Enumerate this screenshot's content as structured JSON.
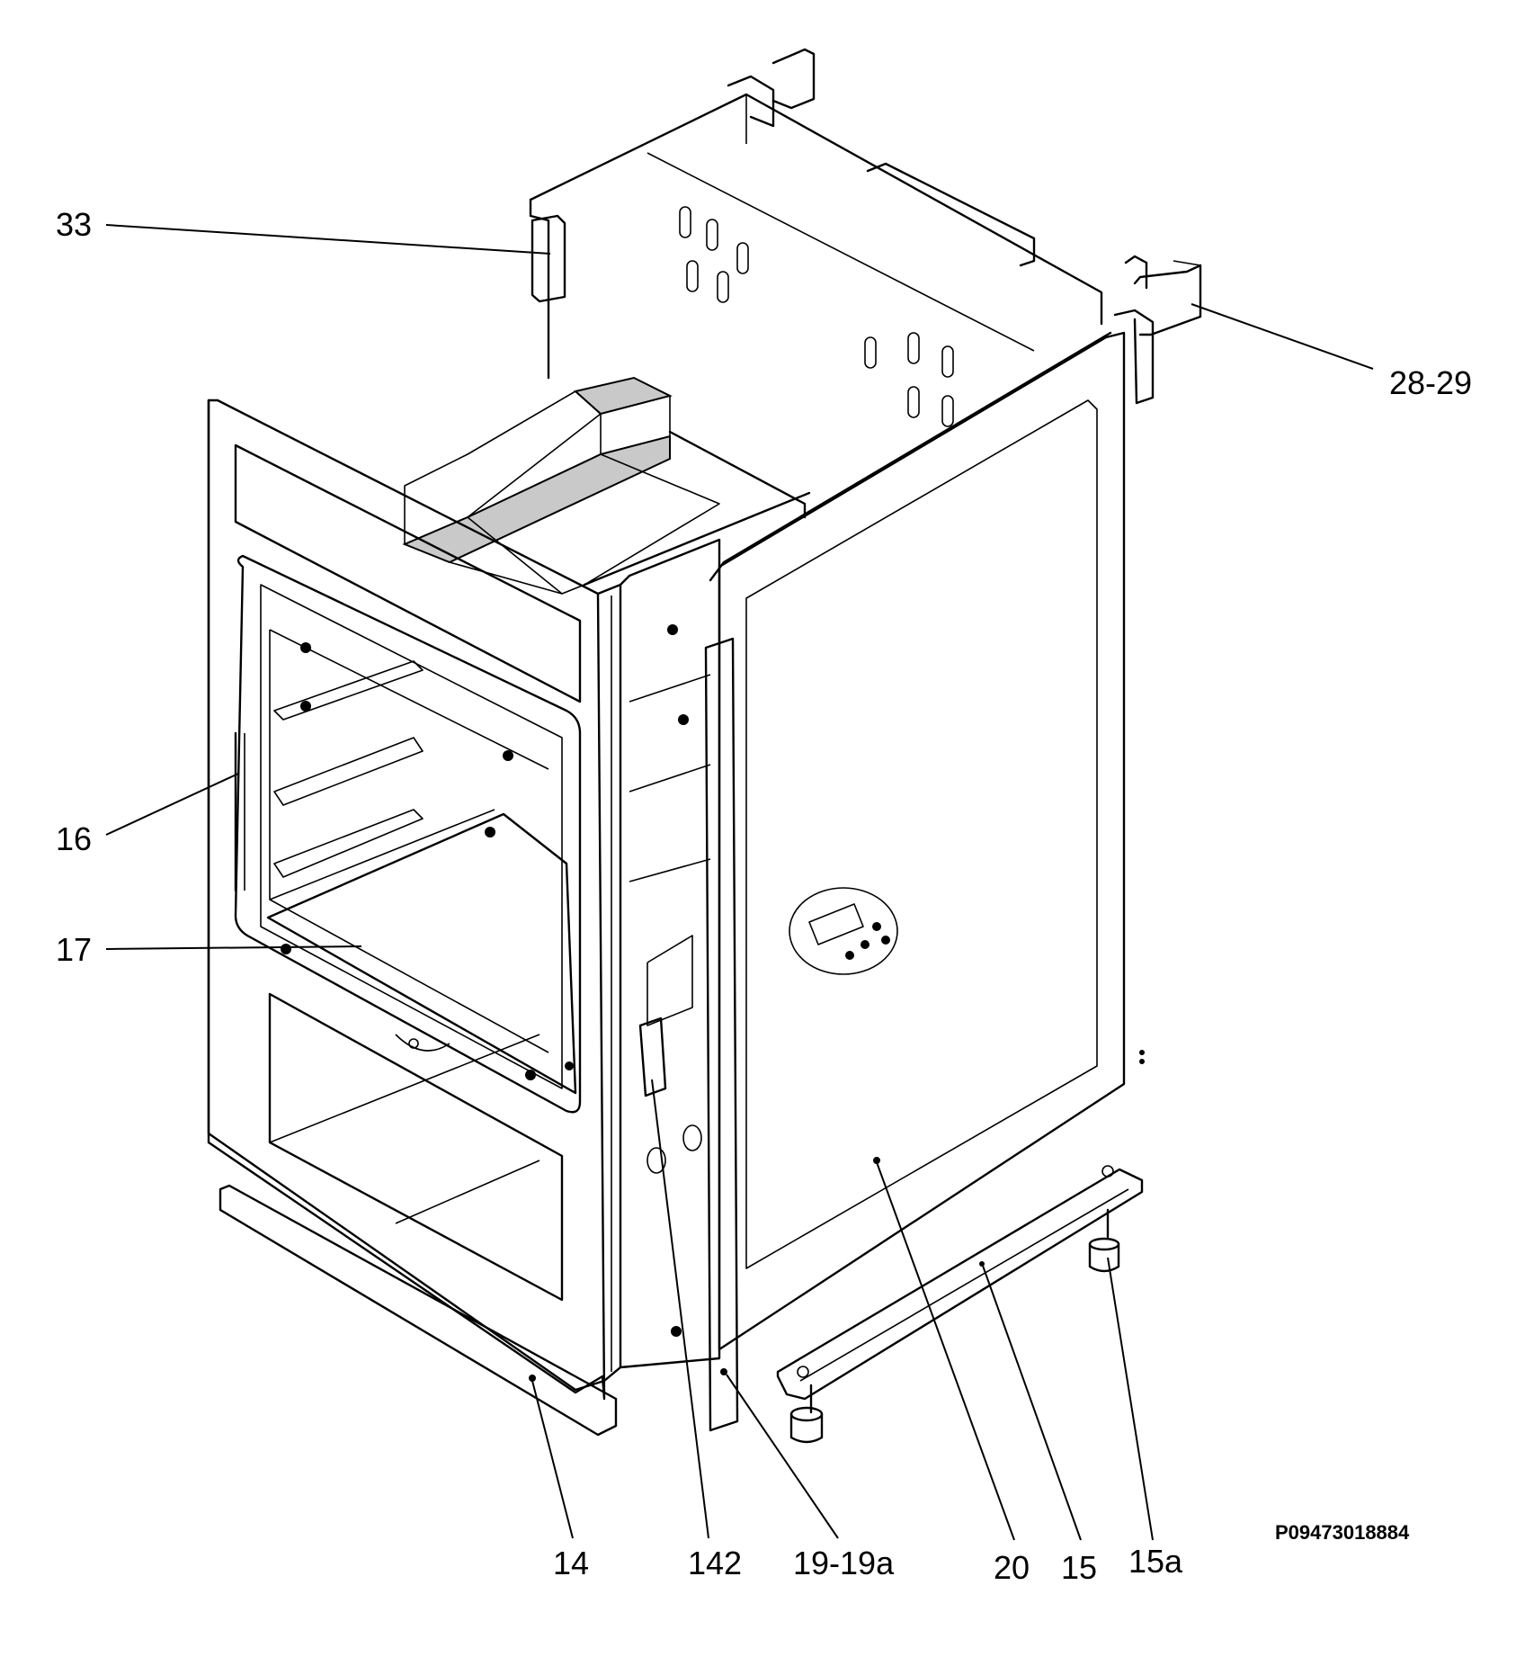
{
  "callouts": [
    {
      "id": "33",
      "label": "33"
    },
    {
      "id": "28-29",
      "label": "28-29"
    },
    {
      "id": "16",
      "label": "16"
    },
    {
      "id": "17",
      "label": "17"
    },
    {
      "id": "14",
      "label": "14"
    },
    {
      "id": "142",
      "label": "142"
    },
    {
      "id": "19-19a",
      "label": "19-19a"
    },
    {
      "id": "20",
      "label": "20"
    },
    {
      "id": "15",
      "label": "15"
    },
    {
      "id": "15a",
      "label": "15a"
    }
  ],
  "drawing_reference": "P09473018884"
}
